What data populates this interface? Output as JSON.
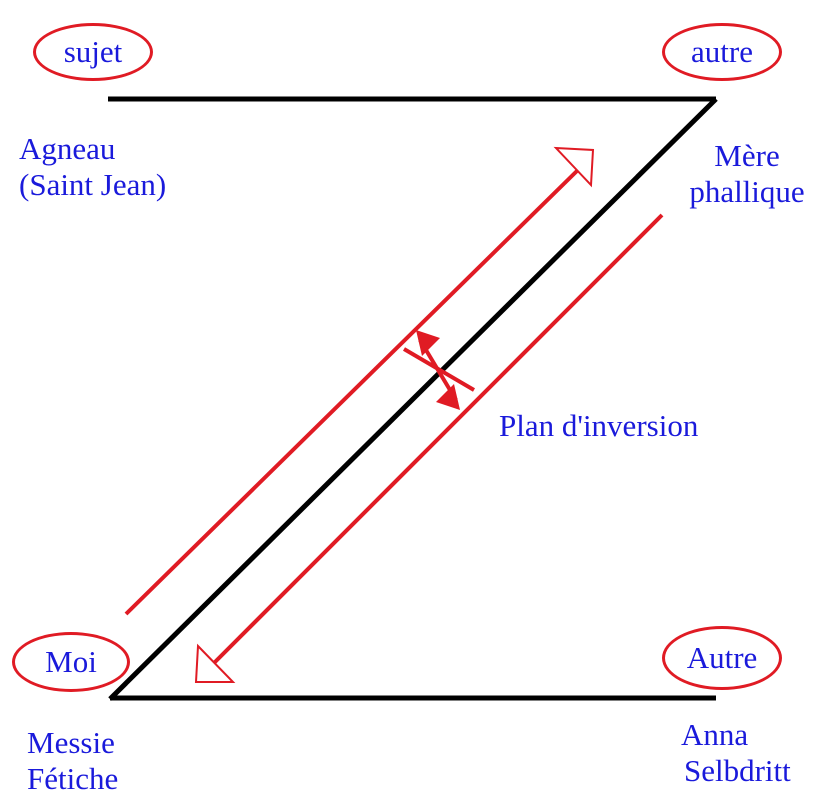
{
  "nodes": {
    "sujet": "sujet",
    "autre": "autre",
    "moi": "Moi",
    "autre_big": "Autre"
  },
  "labels": {
    "agneau_line1": "Agneau",
    "agneau_line2": "(Saint Jean)",
    "mere_line1": "Mère",
    "mere_line2": "phallique",
    "messie_line1": "Messie",
    "messie_line2": "Fétiche",
    "anna_line1": "Anna",
    "anna_line2": "Selbdritt",
    "plan": "Plan d'inversion"
  },
  "colors": {
    "ink": "#000000",
    "arrow": "#e01b24",
    "text": "#1a1adb"
  }
}
